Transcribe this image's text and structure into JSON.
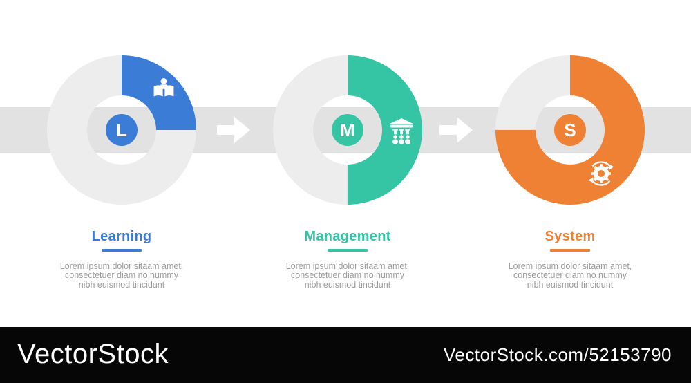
{
  "diagram": {
    "kind": "infographic-donut-timeline",
    "steps_count": 3
  },
  "items": [
    {
      "letter": "L",
      "title": "Learning",
      "color": "#3B7CD6",
      "fraction": 0.25,
      "icon": "reading-person-icon",
      "desc_lines": [
        "Lorem ipsum dolor sitaam amet,",
        "consectetuer diam no nummy",
        "nibh euismod tincidunt"
      ]
    },
    {
      "letter": "M",
      "title": "Management",
      "color": "#35C5A5",
      "fraction": 0.5,
      "icon": "bank-building-icon",
      "desc_lines": [
        "Lorem ipsum dolor sitaam amet,",
        "consectetuer diam no nummy",
        "nibh euismod tincidunt"
      ]
    },
    {
      "letter": "S",
      "title": "System",
      "color": "#EF8134",
      "fraction": 0.75,
      "icon": "gear-sync-icon",
      "desc_lines": [
        "Lorem ipsum dolor sitaam amet,",
        "consectetuer diam no nummy",
        "nibh euismod tincidunt"
      ]
    }
  ],
  "colors": {
    "ring": "#EDEDED",
    "band": "#E2E2E2",
    "description_text": "#9C9C9C",
    "watermark_bar": "#060606",
    "arrow": "#FFFFFF"
  },
  "watermark": {
    "left": "VectorStock",
    "right": "VectorStock.com/52153790"
  }
}
